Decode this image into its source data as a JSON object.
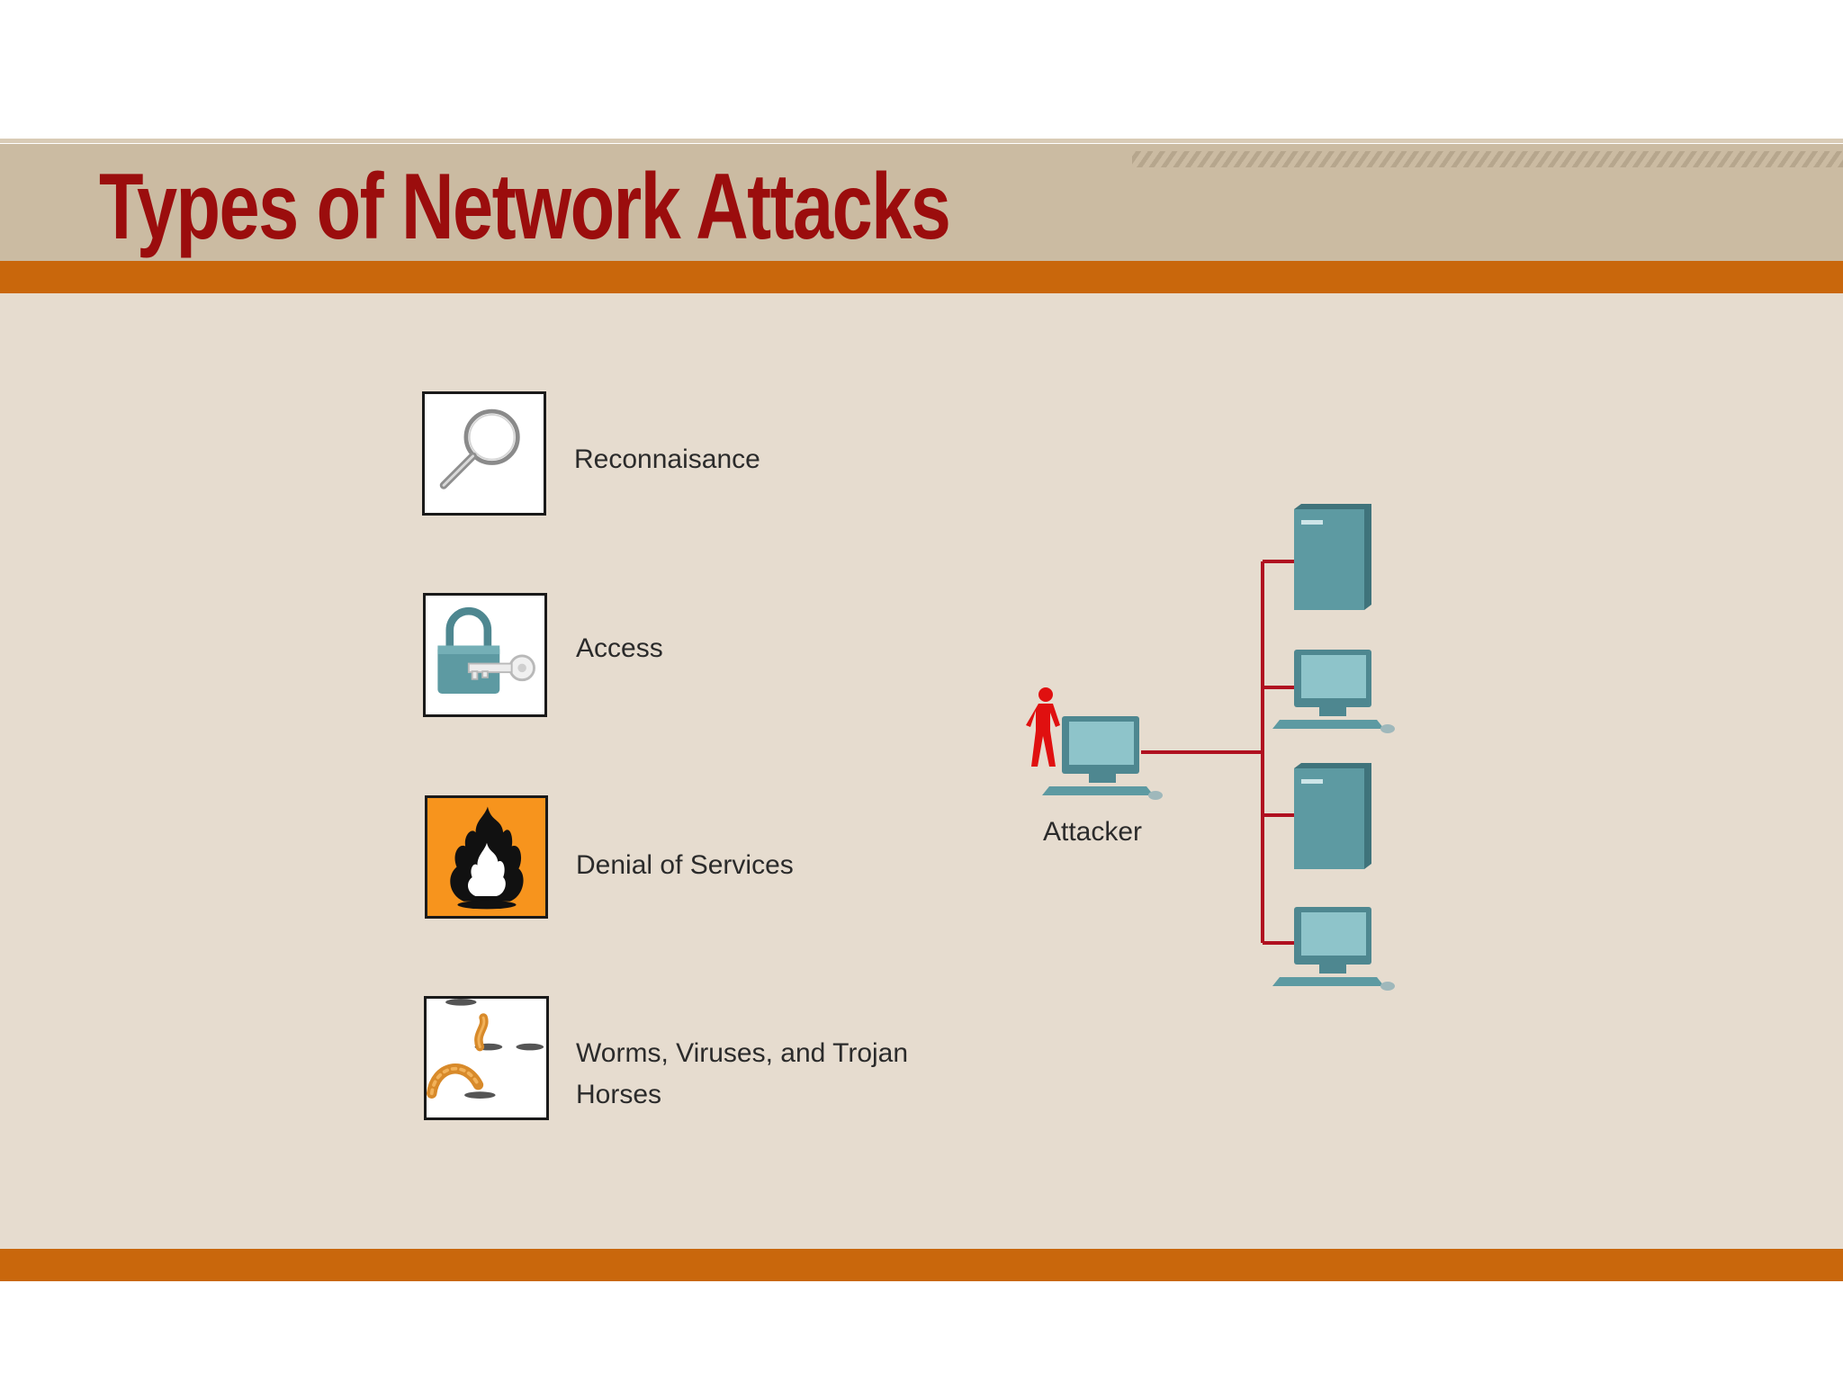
{
  "slide": {
    "title": "Types of Network Attacks"
  },
  "attack_types": [
    {
      "label": "Reconnaisance",
      "icon": "magnifier-icon"
    },
    {
      "label": "Access",
      "icon": "padlock-key-icon"
    },
    {
      "label": "Denial of Services",
      "icon": "flame-icon"
    },
    {
      "label": "Worms, Viruses, and Trojan Horses",
      "icon": "worm-icon"
    }
  ],
  "diagram": {
    "attacker_label": "Attacker",
    "link_color": "#b01020",
    "device_color": "#5d9aa2",
    "attacker_color": "#e01010",
    "targets": [
      "server",
      "workstation",
      "server",
      "workstation"
    ]
  },
  "colors": {
    "title": "#9b0d0d",
    "band_orange": "#c9670c",
    "header_tan": "#cbbba2",
    "content_bg": "#e6dccf",
    "dos_orange": "#f7941d"
  }
}
